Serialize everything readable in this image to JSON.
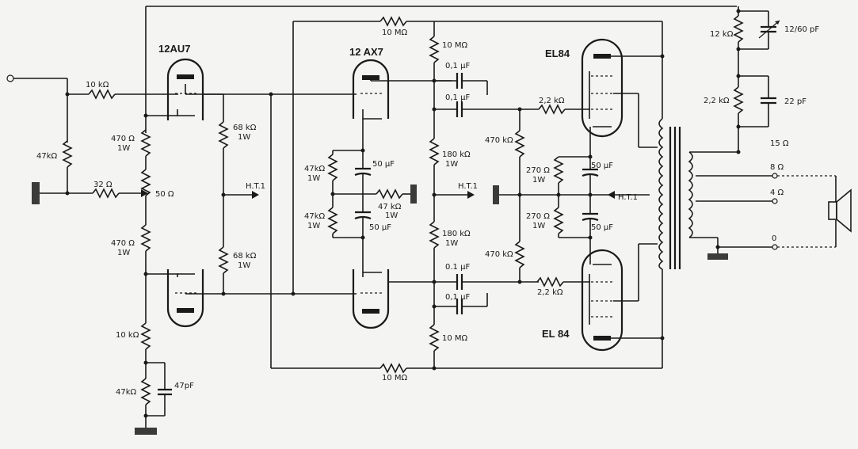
{
  "tubes": {
    "v1": "12AU7",
    "v2": "12 AX7",
    "v3": "EL84",
    "v4": "EL 84"
  },
  "labels": {
    "r_in": "10 kΩ",
    "r_47_left": "47kΩ",
    "r_32": "32 Ω",
    "r_470a": "470 Ω",
    "r_470a_w": "1W",
    "r_50": "50 Ω",
    "r_470b": "470 Ω",
    "r_470b_w": "1W",
    "r_68a": "68 kΩ",
    "r_68a_w": "1W",
    "r_68b": "68 kΩ",
    "r_68b_w": "1W",
    "ht1_a": "H.T.1",
    "r_10k_low": "10 kΩ",
    "r_47k_low": "47kΩ",
    "c_47p": "47pF",
    "r_fb_top": "10 MΩ",
    "r_fb_bot": "10 MΩ",
    "r_10m_top": "10 MΩ",
    "r_10m_bot": "10 MΩ",
    "r_47k_a": "47kΩ",
    "r_47k_a_w": "1W",
    "r_47k_b": "47kΩ",
    "r_47k_b_w": "1W",
    "c_50_a": "50 μF",
    "c_50_b": "50 μF",
    "r_47k_mid": "47 kΩ",
    "r_47k_mid_w": "1W",
    "r_180_a": "180 kΩ",
    "r_180_a_w": "1W",
    "r_180_b": "180 kΩ",
    "r_180_b_w": "1W",
    "ht1_b": "H.T.1",
    "c_01_a": "0,1 μF",
    "c_01_b": "0,1 μF",
    "c_01_c": "0.1 μF",
    "c_01_d": "0,1 μF",
    "r_22k_a": "2,2 kΩ",
    "r_22k_b": "2,2 kΩ",
    "r_470k_a": "470 kΩ",
    "r_470k_b": "470 kΩ",
    "r_270_a": "270 Ω",
    "r_270_a_w": "1W",
    "r_270_b": "270 Ω",
    "r_270_b_w": "1W",
    "c_50_c": "50 μF",
    "c_50_d": "50 μF",
    "ht1_c": "H.T.1",
    "r_12k": "12 kΩ",
    "c_var": "12/60 pF",
    "r_22k_fb": "2,2 kΩ",
    "c_22p": "22 pF",
    "tap_15": "15 Ω",
    "tap_8": "8 Ω",
    "tap_4": "4 Ω",
    "tap_0": "0"
  }
}
